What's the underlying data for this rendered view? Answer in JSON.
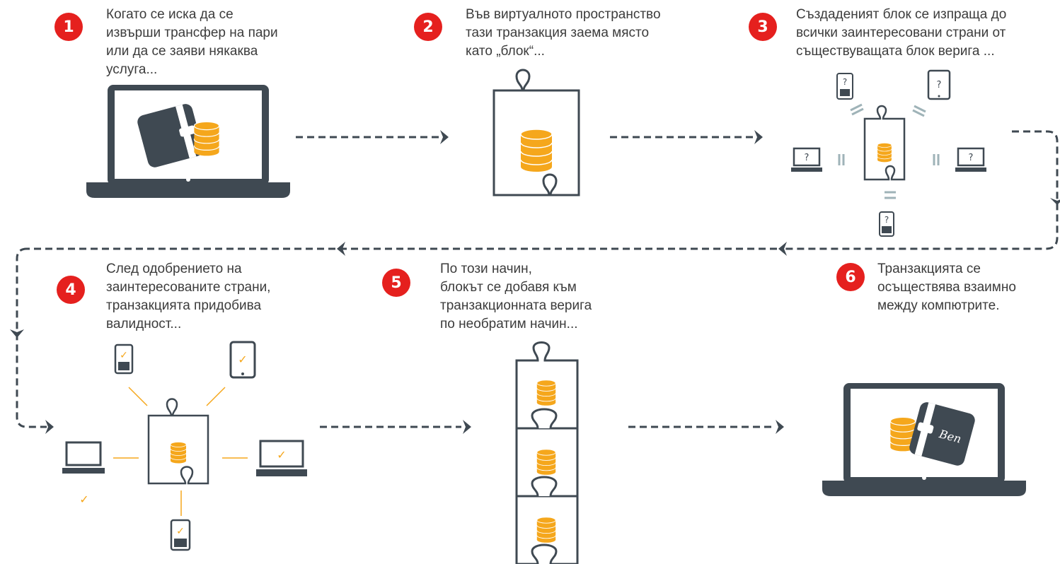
{
  "colors": {
    "dark": "#3f4952",
    "coin": "#f5a71c",
    "coin_line": "#ffffff",
    "badge": "#e5201e",
    "check": "#f5a71c"
  },
  "steps": [
    {
      "number": "1",
      "lines": [
        "Когато се иска да се",
        "извърши трансфер на пари",
        "или да се заяви някаква",
        "услуга..."
      ]
    },
    {
      "number": "2",
      "lines": [
        "Във виртуалното пространство",
        "тази транзакция заема място",
        "като „блок“..."
      ]
    },
    {
      "number": "3",
      "lines": [
        "Създаденият блок се изпраща до",
        "всички заинтересовани страни от",
        "съществуващата блок верига ..."
      ]
    },
    {
      "number": "4",
      "lines": [
        "След одобрението на",
        "заинтересованите страни,",
        "транзакцията придобива",
        "валидност..."
      ]
    },
    {
      "number": "5",
      "lines": [
        "По този начин,",
        "блокът се добавя към",
        "транзакционната верига",
        "по необратим начин..."
      ]
    },
    {
      "number": "6",
      "lines": [
        "Транзакцията се",
        "осъществява взаимно",
        "между компютрите."
      ]
    }
  ],
  "device_marks": {
    "unknown": "?",
    "approved": "✓"
  },
  "wallet_label": "Ben"
}
